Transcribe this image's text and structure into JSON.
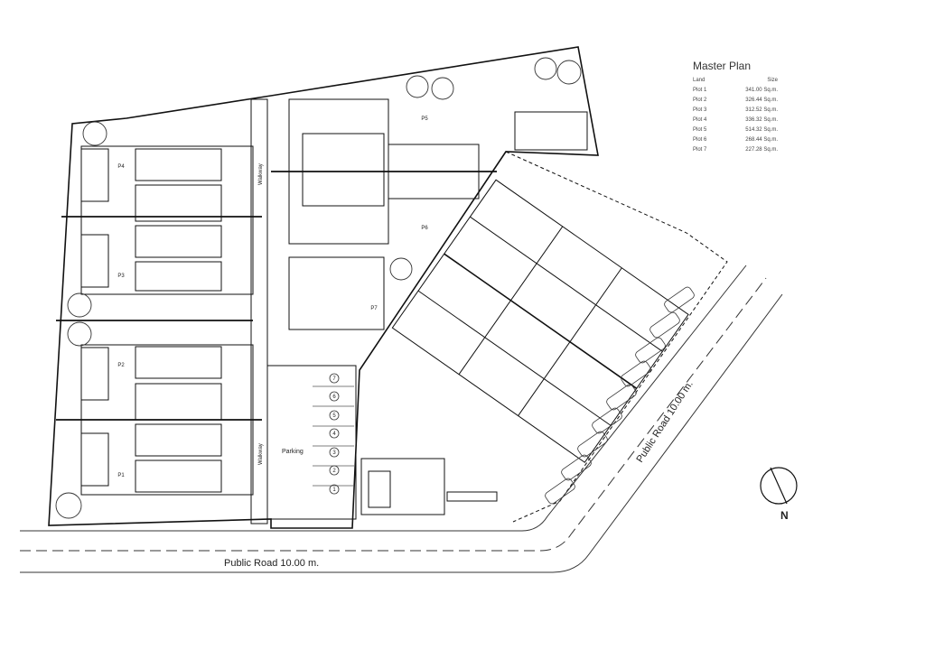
{
  "legend": {
    "title": "Master Plan",
    "col_land": "Land",
    "col_size": "Size",
    "rows": [
      {
        "land": "Plot 1",
        "size": "341.00 Sq.m."
      },
      {
        "land": "Plot 2",
        "size": "326.44 Sq.m."
      },
      {
        "land": "Plot 3",
        "size": "312.52 Sq.m."
      },
      {
        "land": "Plot 4",
        "size": "336.32 Sq.m."
      },
      {
        "land": "Plot 5",
        "size": "514.32 Sq.m."
      },
      {
        "land": "Plot 6",
        "size": "268.44 Sq.m."
      },
      {
        "land": "Plot 7",
        "size": "227.28 Sq.m."
      }
    ]
  },
  "labels": {
    "road_bottom": "Public Road 10.00 m.",
    "road_right": "Public Road 10.00 m.",
    "walkway_top": "Walkway",
    "walkway_bottom": "Walkway",
    "parking": "Parking",
    "north": "N",
    "plots": {
      "p1": "P1",
      "p2": "P2",
      "p3": "P3",
      "p4": "P4",
      "p5": "P5",
      "p6": "P6",
      "p7": "P7"
    },
    "parking_numbers": [
      "7",
      "6",
      "5",
      "4",
      "3",
      "2",
      "1"
    ]
  },
  "colors": {
    "line": "#111111",
    "tree": "#333333"
  },
  "icons": {
    "trees": "tree-icon",
    "cars": "car-icon",
    "compass": "north-arrow-icon"
  }
}
